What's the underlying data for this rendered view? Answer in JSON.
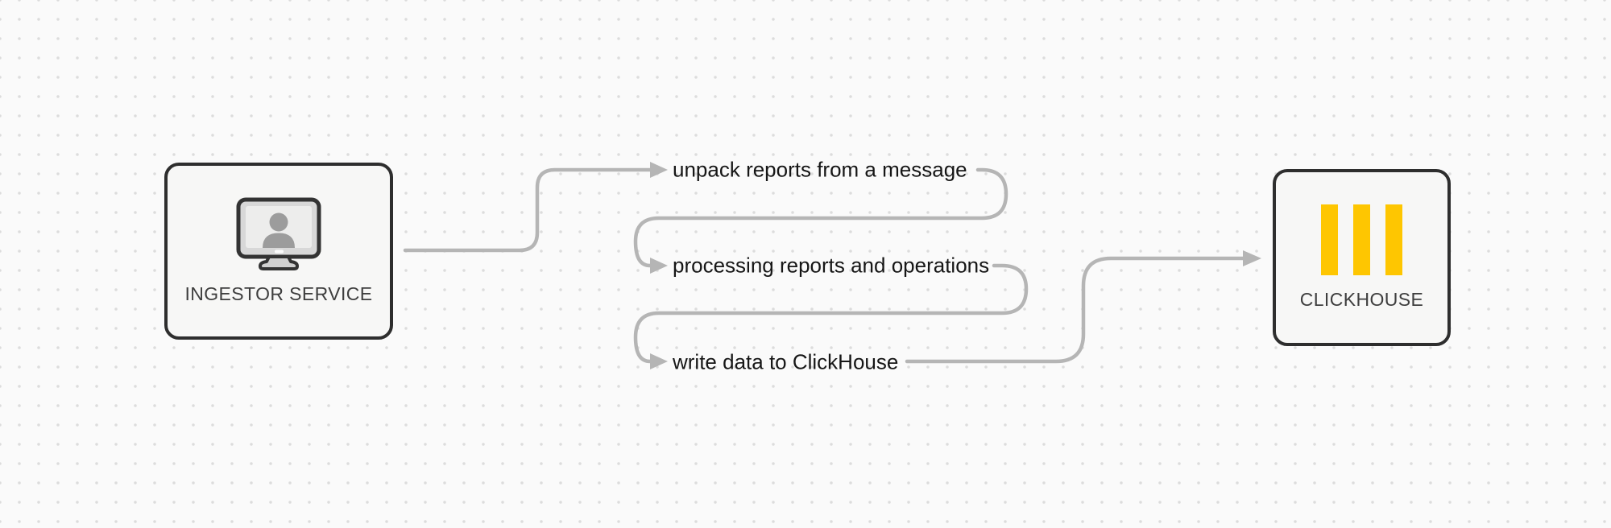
{
  "diagram": {
    "nodes": {
      "ingestor": {
        "label": "INGESTOR SERVICE",
        "icon": "monitor-user-icon"
      },
      "clickhouse": {
        "label": "CLICKHOUSE",
        "icon": "clickhouse-bars-logo"
      }
    },
    "steps": [
      {
        "label": "unpack reports from a message",
        "icon": "arrow-right-icon"
      },
      {
        "label": "processing reports and operations",
        "icon": "arrow-right-icon"
      },
      {
        "label": "write data to ClickHouse",
        "icon": "arrow-right-icon"
      }
    ]
  },
  "colors": {
    "background": "#fafafa",
    "grid_dot": "#dcdcdc",
    "node_fill": "#f7f7f6",
    "node_border": "#2e2e2e",
    "node_label_text": "#3e3e3e",
    "step_text": "#161616",
    "connector_gray": "#b5b5b5",
    "clickhouse_yellow": "#fec601",
    "icon_person_gray": "#9c9c9c"
  }
}
